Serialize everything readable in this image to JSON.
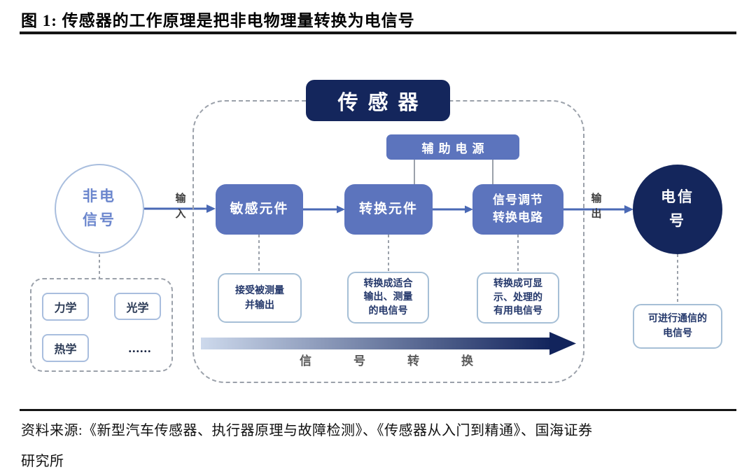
{
  "figure": {
    "title": "图 1:  传感器的工作原理是把非电物理量转换为电信号",
    "source_lines": [
      "资料来源:《新型汽车传感器、执行器原理与故障检测》、《传感器从入门到精通》、国海证券",
      "研究所"
    ]
  },
  "diagram": {
    "container_title": "传感器",
    "aux_power_label": "辅助电源",
    "input_node": "非电\n信号",
    "output_node": "电信\n号",
    "input_arrow_label": "输\n入",
    "output_arrow_label": "输\n出",
    "stages": [
      {
        "label": "敏感元件",
        "note": "接受被测量\n并输出"
      },
      {
        "label": "转换元件",
        "note": "转换成适合\n输出、测量\n的电信号"
      },
      {
        "label": "信号调节\n转换电路",
        "note": "转换成可显\n示、处理的\n有用电信号"
      }
    ],
    "output_note": "可进行通信的\n电信号",
    "input_categories": [
      "力学",
      "光学",
      "热学",
      "......"
    ],
    "signal_conversion_label": "信号转换",
    "colors": {
      "dark_navy": "#14265c",
      "medium_blue": "#5c74bd",
      "flow_arrow_blue": "#4a69b5",
      "light_circle_border": "#a9bede",
      "gradient_arrow_start": "#cdd9ec",
      "gradient_arrow_end": "#12245c"
    }
  }
}
